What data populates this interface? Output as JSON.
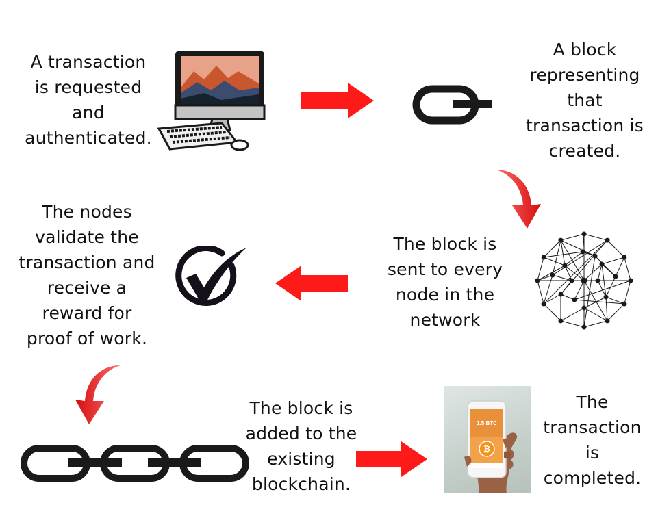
{
  "colors": {
    "arrow": "#ff1a1a",
    "arrow_curve_light": "#ff6a6a",
    "arrow_curve_dark": "#d40f0f",
    "ink": "#1a1a1a",
    "check": "#15101a"
  },
  "steps": [
    {
      "text": "A transaction\nis requested\nand\nauthenticated.",
      "icon": "computer-icon"
    },
    {
      "text": "A block\nrepresenting\nthat\ntransaction is\ncreated.",
      "icon": "chain-link-icon"
    },
    {
      "text": "The block is\nsent to every\nnode in the\nnetwork",
      "icon": "network-icon"
    },
    {
      "text": "The nodes\nvalidate the\ntransaction and\nreceive a\nreward for\nproof of work.",
      "icon": "checkmark-icon"
    },
    {
      "text": "The block is\nadded to the\nexisting\nblockchain.",
      "icon": "blockchain-icon"
    },
    {
      "text": "The\ntransaction\nis\ncompleted.",
      "icon": "phone-bitcoin-icon"
    }
  ],
  "phone": {
    "amount": "1.5 BTC",
    "coin_symbol": "₿"
  }
}
